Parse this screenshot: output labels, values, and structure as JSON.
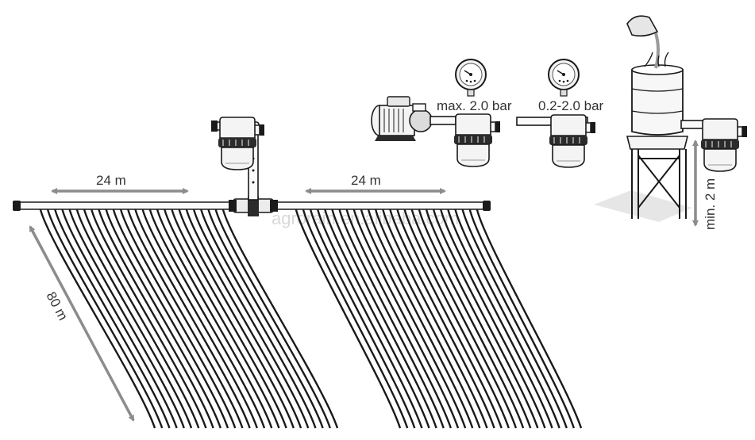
{
  "labels": {
    "left_width": "24 m",
    "right_width": "24 m",
    "length": "80 m",
    "pump_pressure": "max. 2.0 bar",
    "line_pressure": "0.2-2.0 bar",
    "tank_height": "min. 2 m",
    "watermark": "agrorain.en.alibaba.com"
  },
  "diagram": {
    "laterals_per_block": 26,
    "blocks": [
      "left-block",
      "right-block"
    ],
    "components": [
      "pump",
      "dosing-injector",
      "pressure-gauge",
      "tank-stand",
      "header-pipe",
      "drip-laterals"
    ]
  },
  "colors": {
    "line": "#1a1a1a",
    "dimension_arrow": "#8c8c8c",
    "ground_shadow": "#e6e6e6",
    "watermark": "#d9d9d9"
  }
}
